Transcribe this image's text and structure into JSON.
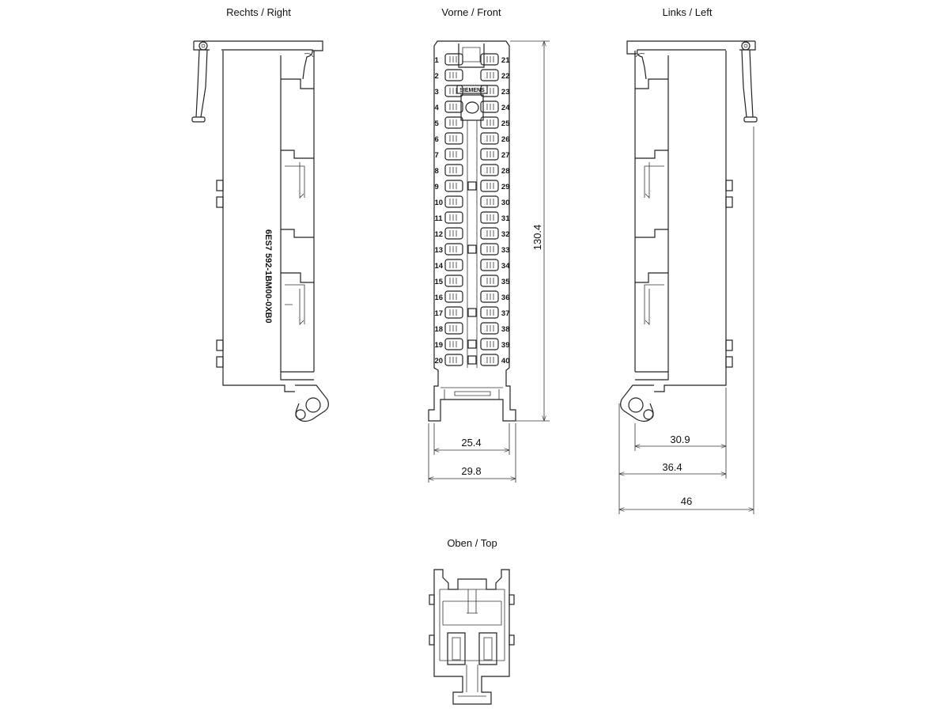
{
  "views": {
    "right": "Rechts / Right",
    "front": "Vorne / Front",
    "left": "Links / Left",
    "top": "Oben / Top"
  },
  "part_number": "6ES7 592-1BM00-0XB0",
  "label_plate": "SIEMENS",
  "pins_left": [
    "1",
    "2",
    "3",
    "4",
    "5",
    "6",
    "7",
    "8",
    "9",
    "10",
    "11",
    "12",
    "13",
    "14",
    "15",
    "16",
    "17",
    "18",
    "19",
    "20"
  ],
  "pins_right": [
    "21",
    "22",
    "23",
    "24",
    "25",
    "26",
    "27",
    "28",
    "29",
    "30",
    "31",
    "32",
    "33",
    "34",
    "35",
    "36",
    "37",
    "38",
    "39",
    "40"
  ],
  "dimensions": {
    "height": "130.4",
    "front_inner_width": "25.4",
    "front_outer_width": "29.8",
    "left_depth_1": "30.9",
    "left_depth_2": "36.4",
    "left_depth_3": "46"
  }
}
